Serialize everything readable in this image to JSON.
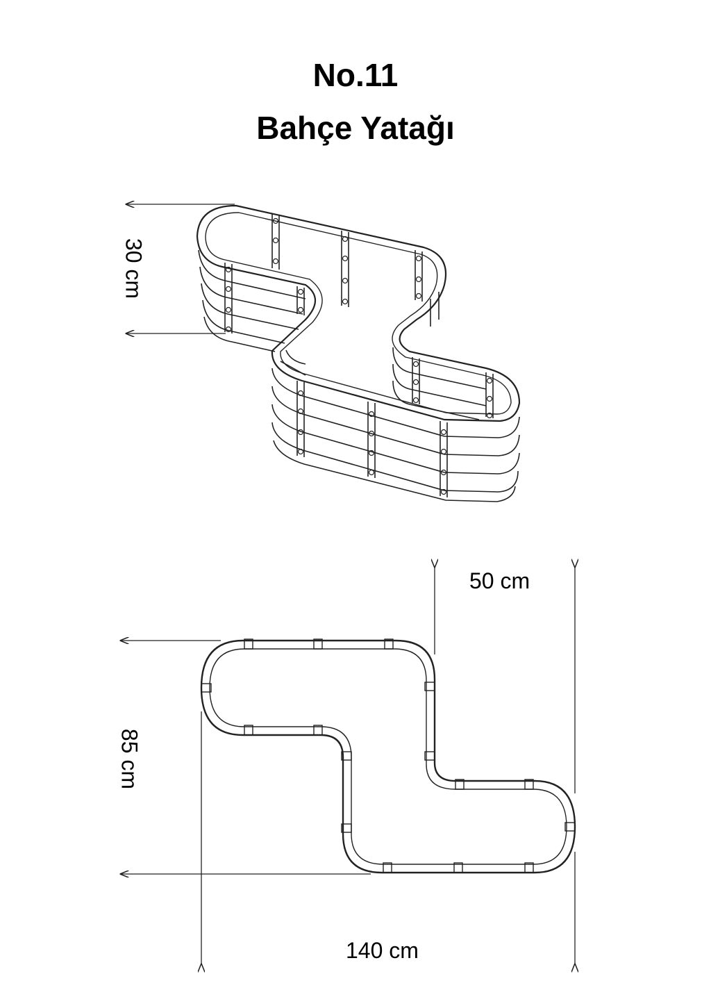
{
  "header": {
    "model_number": "No.11",
    "product_name": "Bahçe Yatağı"
  },
  "dimensions": {
    "height": "30 cm",
    "width": "85 cm",
    "end_width": "50 cm",
    "length": "140 cm"
  }
}
